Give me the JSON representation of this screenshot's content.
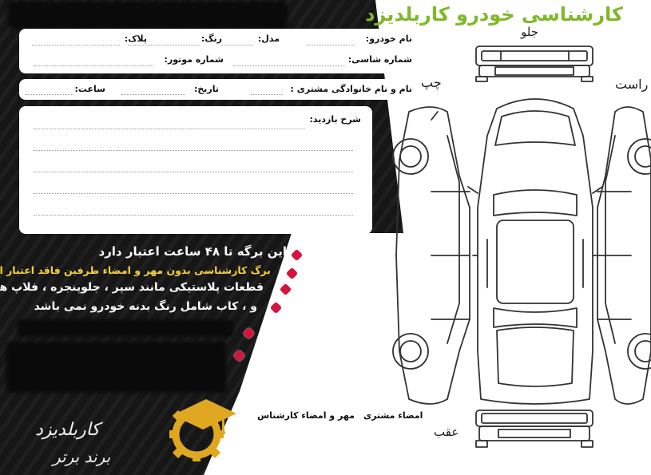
{
  "header": {
    "title": "کارشناسی خودرو کاربلدیزد"
  },
  "vehicle_info": {
    "car_name_label": "نام خودرو:",
    "model_label": "مدل:",
    "color_label": "رنگ:",
    "plate_label": "پلاک:",
    "chassis_label": "شماره شاسی:",
    "engine_label": "شماره موتور:"
  },
  "customer_info": {
    "customer_name_label": "نام و نام خانوادگی مشتری :",
    "date_label": "تاریخ:",
    "time_label": "ساعت:"
  },
  "visit": {
    "description_label": "شرح بازدید:"
  },
  "notes": [
    {
      "text": "این برگه تا ۴۸ ساعت اعتبار دارد",
      "color": "#ffffff"
    },
    {
      "text": "برگ کارشناسی بدون مهر و امضاء طرفین فاقد اعتبار است",
      "color": "#f5d13c"
    },
    {
      "text": "قطعات پلاستیکی مانند سپر ، جلوپنجره ، فلاپ ها",
      "color": "#ffffff"
    },
    {
      "text": "و ، کاب  شامل رنگ بدنه خودرو نمی باشد",
      "color": "#ffffff"
    }
  ],
  "signatures": {
    "customer_label": "امضاء مشتری",
    "expert_label": "مهر و امضاء کارشناس"
  },
  "diagram": {
    "front_label": "جلو",
    "rear_label": "عقب",
    "left_label": "چپ",
    "right_label": "راست"
  },
  "brand": {
    "name": "کاربلدیزد",
    "slogan": "برند برتر"
  },
  "colors": {
    "background_dark": "#161616",
    "accent_green": "#7fb82a",
    "bullet_red": "#d4143a",
    "note_yellow": "#f5d13c",
    "logo_gold": "#e0a820"
  }
}
